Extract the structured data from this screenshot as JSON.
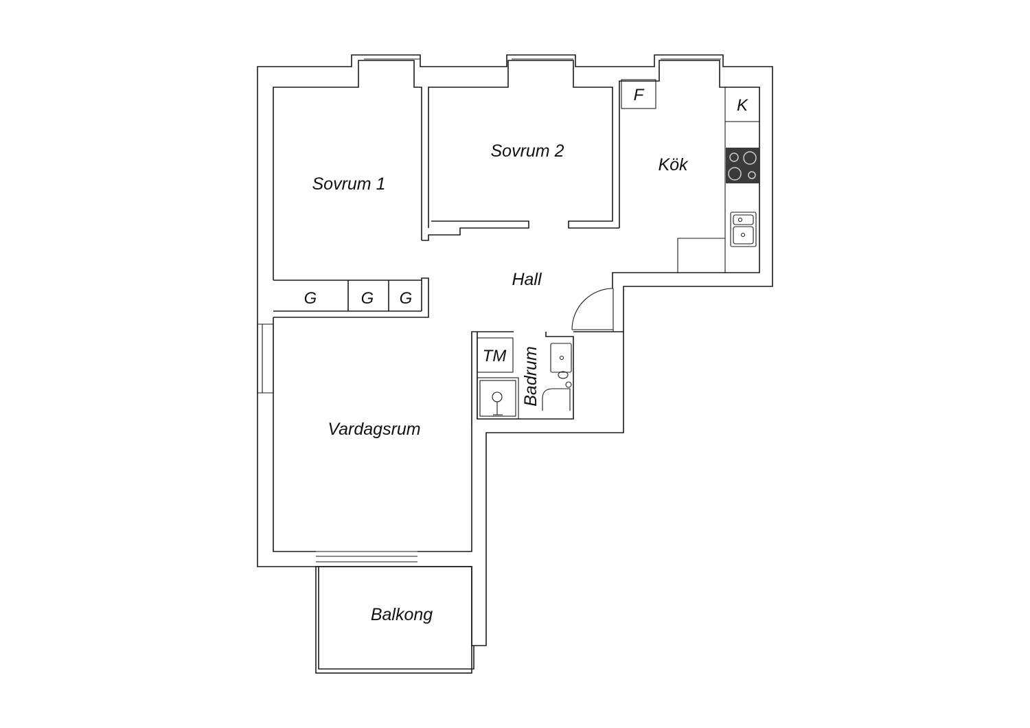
{
  "floorplan": {
    "rooms": {
      "sovrum1": "Sovrum 1",
      "sovrum2": "Sovrum 2",
      "kok": "Kök",
      "hall": "Hall",
      "vardagsrum": "Vardagsrum",
      "badrum": "Badrum",
      "balkong": "Balkong"
    },
    "fixtures": {
      "freezer": "F",
      "fridge": "K",
      "wardrobe1": "G",
      "wardrobe2": "G",
      "wardrobe3": "G",
      "washer": "TM"
    },
    "colors": {
      "wall": "#1a1a1a",
      "stove": "#3a3a3a",
      "background": "#ffffff"
    }
  }
}
